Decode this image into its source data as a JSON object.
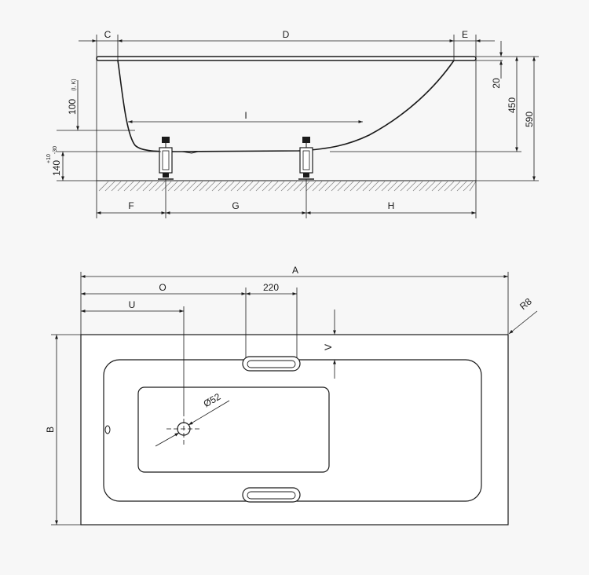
{
  "side_view": {
    "labels": {
      "C": "C",
      "D": "D",
      "E": "E",
      "F": "F",
      "G": "G",
      "H": "H",
      "I": "I",
      "dim_20": "20",
      "dim_450": "450",
      "dim_590": "590",
      "dim_100": "100",
      "dim_100_note": "(I, K)",
      "dim_140": "140",
      "tol_plus": "+10",
      "tol_minus": "-30"
    }
  },
  "top_view": {
    "labels": {
      "A": "A",
      "B": "B",
      "O": "O",
      "U": "U",
      "V": "V",
      "dim_220": "220",
      "radius": "R8",
      "diameter": "Ø52"
    }
  }
}
